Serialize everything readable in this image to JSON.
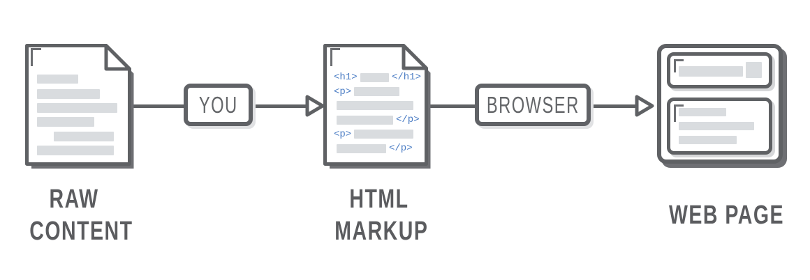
{
  "colors": {
    "background": "#ffffff",
    "stroke_gray": "#5f6164",
    "doc_shadow_gray": "#6e6f73",
    "placeholder_bar_gray": "#d9dcdf",
    "inner_box_shadow_gray": "#d6d7d9",
    "code_blue": "#4a7cc4",
    "caption_gray": "#5b5c5f",
    "process_text_gray": "#646669"
  },
  "flow": {
    "source_doc": {
      "caption_line1": "RAW",
      "caption_line2": "CONTENT"
    },
    "process1": {
      "label": "YOU"
    },
    "markup_doc": {
      "caption_line1": "HTML",
      "caption_line2": "MARKUP"
    },
    "process2": {
      "label": "BROWSER"
    },
    "result": {
      "caption": "WEB PAGE"
    }
  },
  "code": {
    "l1_open": "<h1>",
    "l1_close": "</h1>",
    "l2_open": "<p>",
    "l4_close": "</p>",
    "l5_open": "<p>",
    "l6_close": "</p>"
  }
}
